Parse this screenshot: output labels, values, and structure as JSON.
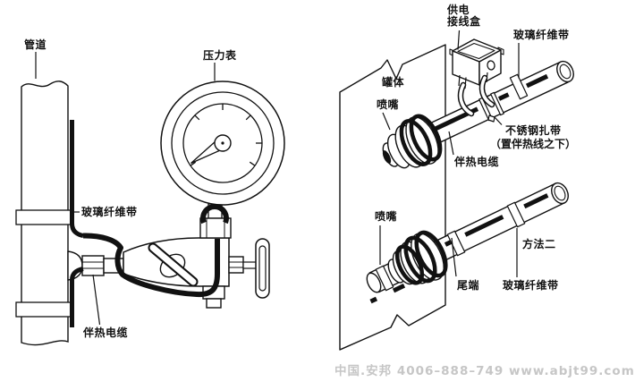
{
  "page": {
    "background_color": "#ffffff",
    "line_color": "#111111",
    "watermark_color": "#c6c6c6"
  },
  "left_assembly": {
    "pipe_label": "管道",
    "gauge_label": "压力表",
    "fiberglass_tape_label": "玻璃纤维带",
    "heat_cable_label": "伴热电缆"
  },
  "right_assembly": {
    "junction_box_label_line1": "供电",
    "junction_box_label_line2": "接线盒",
    "fiberglass_tape_top_label": "玻璃纤维带",
    "tank_label": "罐体",
    "nozzle_top_label": "喷嘴",
    "steel_tie_label": "不锈钢扎带",
    "steel_tie_note": "（置伴热线之下）",
    "heat_cable_label": "伴热电缆",
    "nozzle_bottom_label": "喷嘴",
    "method_two_label": "方法二",
    "tail_end_label": "尾端",
    "fiberglass_tape_bottom_label": "玻璃纤维带"
  },
  "watermark_text": "中国.安邦 4006–888–749 www.abjt99.com"
}
